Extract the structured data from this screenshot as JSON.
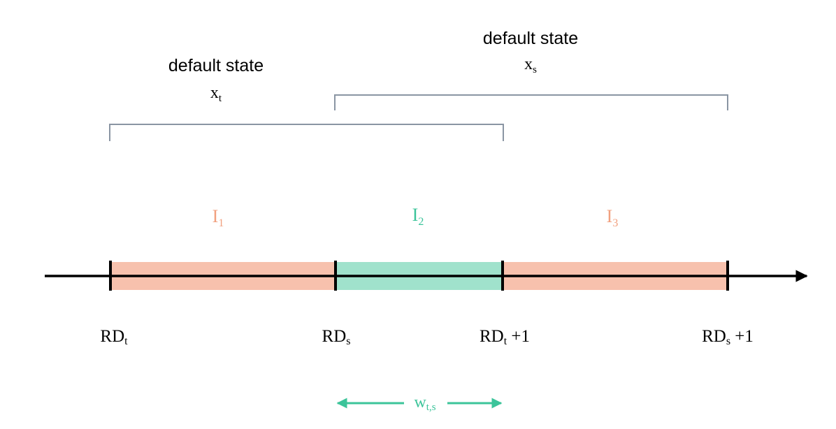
{
  "colors": {
    "orange_fill": "#f7c1ad",
    "orange_text": "#f1a07f",
    "green_fill": "#a0e2cc",
    "green_text": "#3cc49a",
    "bracket": "#8a95a3",
    "axis": "#000000"
  },
  "labels": {
    "state_t_title": "default state",
    "state_t_symbol": "x",
    "state_t_sub": "t",
    "state_s_title": "default state",
    "state_s_symbol": "x",
    "state_s_sub": "s",
    "interval_1": "I",
    "interval_1_sub": "1",
    "interval_2": "I",
    "interval_2_sub": "2",
    "interval_3": "I",
    "interval_3_sub": "3",
    "tick_rdt": "RD",
    "tick_rdt_sub": "t",
    "tick_rds": "RD",
    "tick_rds_sub": "s",
    "tick_rdt1": "RD",
    "tick_rdt1_sub": "t",
    "tick_rdt1_suffix": " +1",
    "tick_rds1": "RD",
    "tick_rds1_sub": "s",
    "tick_rds1_suffix": " +1",
    "window": "w",
    "window_sub": "t,s"
  }
}
